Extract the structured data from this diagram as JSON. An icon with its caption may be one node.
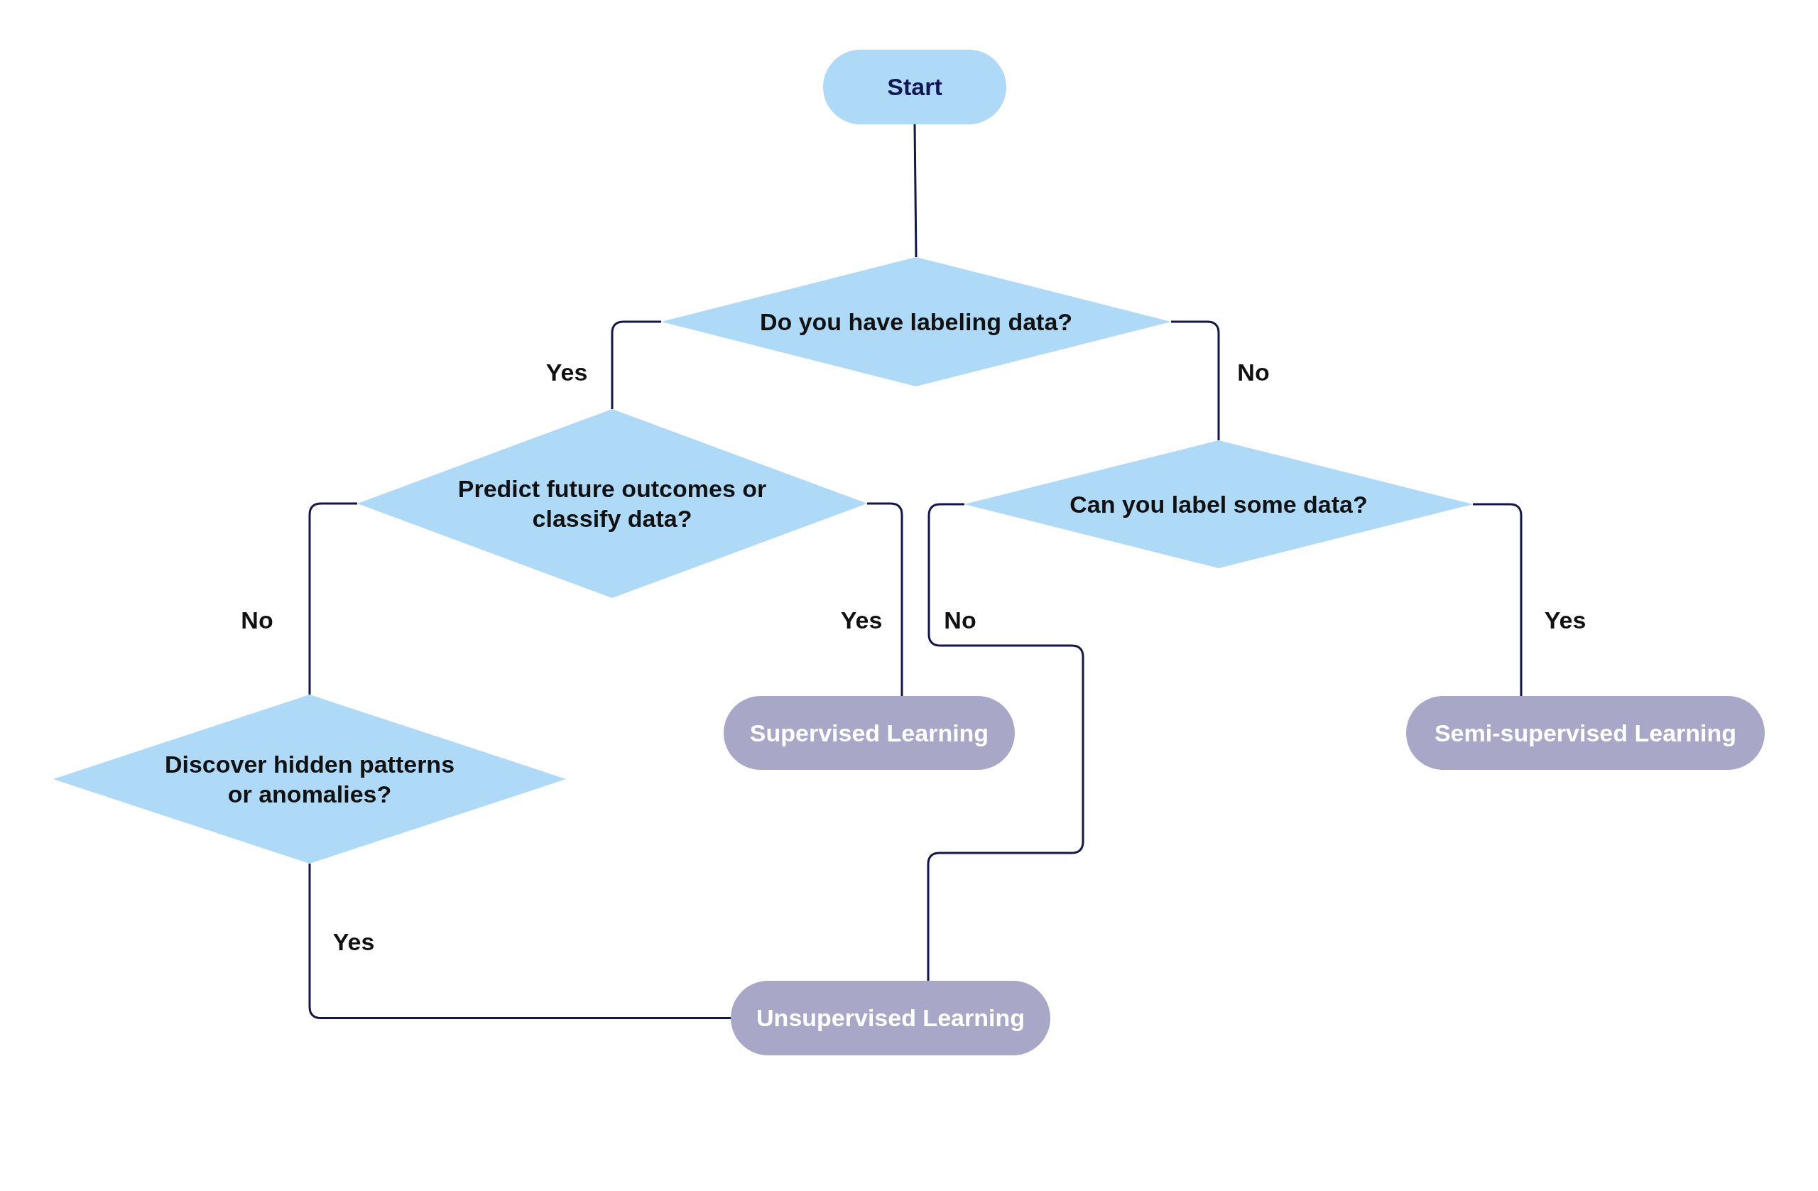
{
  "diagram": {
    "nodes": [
      {
        "text": [
          "Start"
        ]
      },
      {
        "text": [
          "Do you have labeling data?"
        ]
      },
      {
        "text": [
          "Predict future outcomes or classify data?"
        ]
      },
      {
        "text": [
          "Can you label some data?"
        ]
      },
      {
        "text": [
          "Discover hidden patterns or anomalies?"
        ]
      },
      {
        "text": [
          "Supervised Learning"
        ]
      },
      {
        "text": [
          "Semi-supervised Learning"
        ]
      },
      {
        "text": [
          "Unsupervised Learning"
        ]
      }
    ],
    "edges": [
      {
        "from": 0,
        "to": 1,
        "arrow": "none"
      },
      {
        "from": 1,
        "to": 2,
        "arrow": "none",
        "label": "Yes"
      },
      {
        "from": 1,
        "to": 3,
        "arrow": "none",
        "label": "No"
      },
      {
        "from": 2,
        "to": 4,
        "arrow": "none",
        "label": "No"
      },
      {
        "from": 2,
        "to": 5,
        "arrow": "none",
        "label": "Yes"
      },
      {
        "from": 3,
        "to": 6,
        "arrow": "none",
        "label": "Yes"
      },
      {
        "from": 3,
        "to": 7,
        "arrow": "none",
        "label": "No"
      },
      {
        "from": 4,
        "to": 7,
        "arrow": "none",
        "label": "Yes"
      }
    ]
  }
}
